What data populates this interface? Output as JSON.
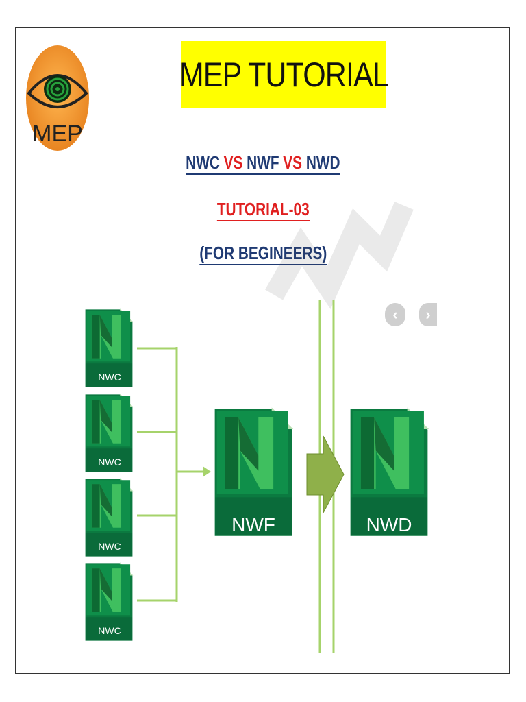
{
  "header": {
    "logo_text": "MEP",
    "title": "MEP TUTORIAL"
  },
  "subtitles": {
    "line1_part1": "NWC ",
    "line1_vs1": "VS",
    "line1_part2": " NWF ",
    "line1_vs2": "VS",
    "line1_part3": " NWD",
    "line2": "TUTORIAL-03",
    "line3": "(FOR BEGINEERS)"
  },
  "diagram": {
    "inputs": [
      "NWC",
      "NWC",
      "NWC",
      "NWC"
    ],
    "middle": "NWF",
    "output": "NWD"
  },
  "nav": {
    "prev": "‹",
    "next": "›"
  },
  "colors": {
    "title_bg": "#ffff00",
    "navy": "#1f3a73",
    "red": "#e02020",
    "green_dark": "#0a6b3a",
    "green_line": "#a6d36b",
    "arrow": "#8fb04a",
    "logo_orange": "#f29a2e"
  }
}
